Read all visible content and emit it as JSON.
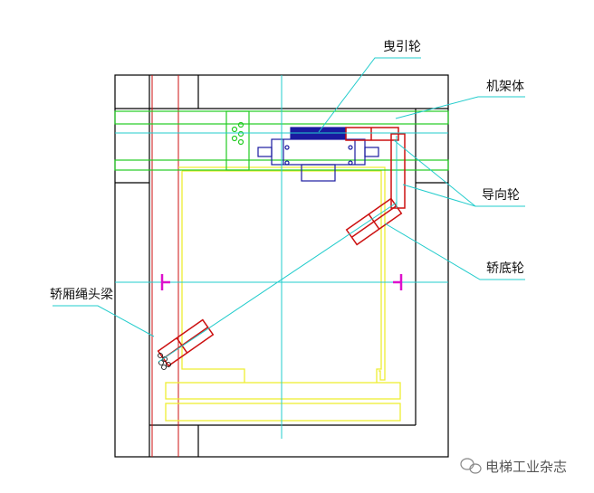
{
  "labels": {
    "traction_sheave": "曳引轮",
    "machine_frame": "机架体",
    "guide_pulley": "导向轮",
    "car_bottom_pulley": "轿底轮",
    "car_rope_hitch_beam": "轿厢绳头梁"
  },
  "watermark": "电梯工业杂志",
  "colors": {
    "outline": "#000000",
    "beam": "#22cc22",
    "machine": "#1a1aa0",
    "pulley": "#cc1111",
    "car": "#eeee33",
    "center": "#22cccc",
    "marker": "#dd11cc"
  }
}
